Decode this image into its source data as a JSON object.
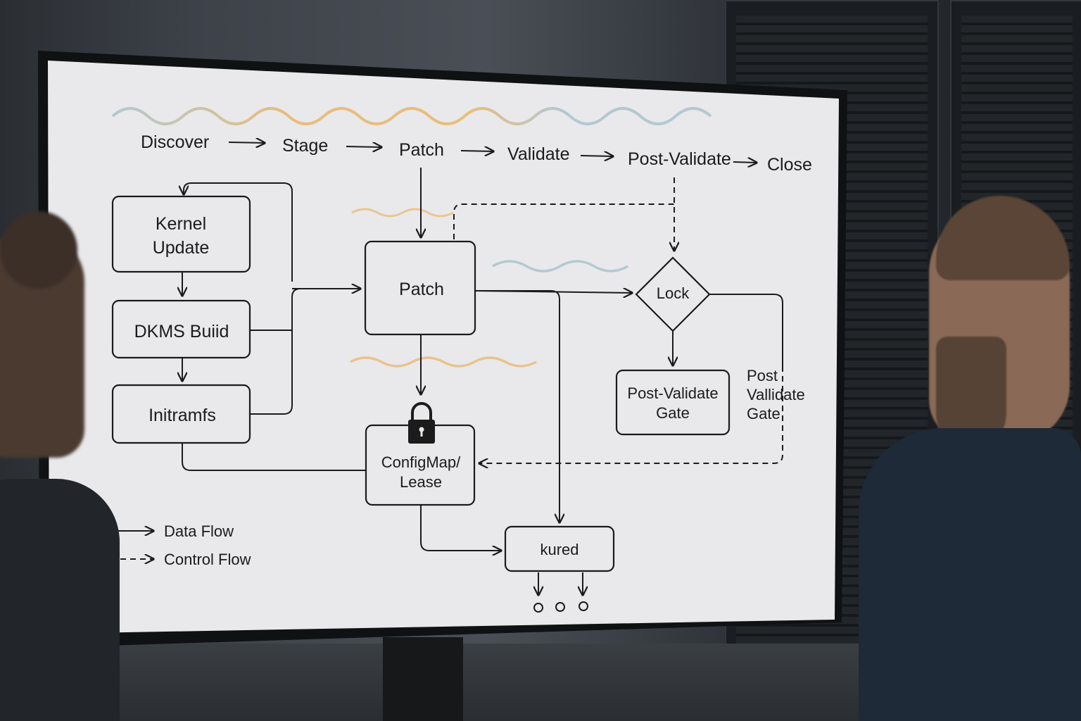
{
  "diagram": {
    "stages": [
      "Discover",
      "Stage",
      "Patch",
      "Validate",
      "Post-Validate",
      "Close"
    ],
    "nodes": {
      "kernel_update": [
        "Kernel",
        "Update"
      ],
      "dkms_build": "DKMS Buiid",
      "initramfs": "Initramfs",
      "patch": "Patch",
      "configmap_lease": [
        "ConfigMap/",
        "Lease"
      ],
      "lock": "Lock",
      "post_validate_gate": [
        "Post-Validate",
        "Gate"
      ],
      "post_validate_side": [
        "Post",
        "Vallidate",
        "Gate"
      ],
      "kured": "kured"
    },
    "legend": {
      "data_flow": "Data Flow",
      "control_flow": "Control Flow"
    }
  },
  "colors": {
    "screen": "#e9e9eb",
    "ink": "#1b1b1b",
    "wave_blue": "#a9c3cc",
    "wave_orange": "#e8b56a"
  },
  "icons": [
    "padlock-icon",
    "node-dot-icon"
  ]
}
